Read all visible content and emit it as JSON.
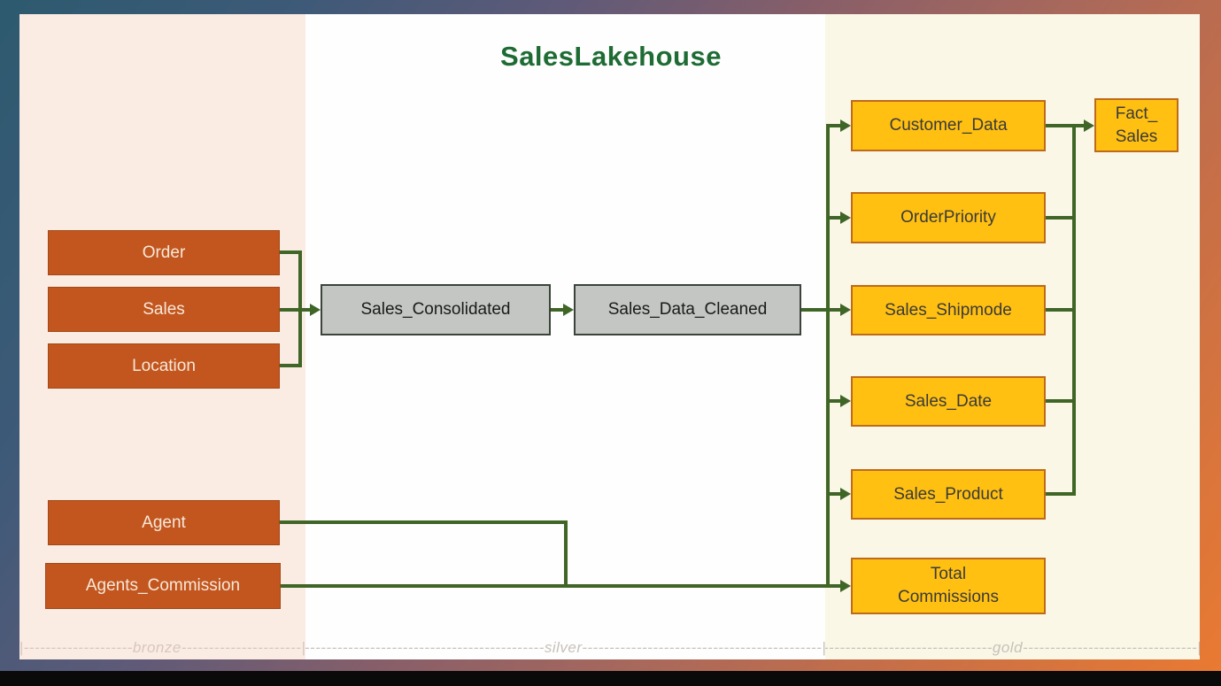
{
  "title": "SalesLakehouse",
  "colors": {
    "title_green": "#1e6c34",
    "connector_green": "#3f6527",
    "bronze_node_fill": "#c2561e",
    "bronze_node_text": "#f7e8da",
    "silver_node_fill": "#c3c6c2",
    "silver_node_border": "#3b433b",
    "gold_node_fill": "#ffc011",
    "gold_node_border": "#be6a1a",
    "bronze_zone_bg": "#faece3",
    "silver_zone_bg": "#fefefe",
    "gold_zone_bg": "#faf7e6",
    "frame_gradient_start": "#2d5a6f",
    "frame_gradient_end": "#ea7a31",
    "bottom_bar": "#0a0a0a"
  },
  "tables": {
    "order": {
      "label": "Order"
    },
    "sales": {
      "label": "Sales"
    },
    "location": {
      "label": "Location"
    },
    "agent": {
      "label": "Agent"
    },
    "agents_commission": {
      "label": "Agents_Commission"
    },
    "sales_consolidated": {
      "label": "Sales_Consolidated"
    },
    "sales_data_cleaned": {
      "label": "Sales_Data_Cleaned"
    },
    "customer_data": {
      "label": "Customer_Data"
    },
    "order_priority": {
      "label": "OrderPriority"
    },
    "sales_shipmode": {
      "label": "Sales_Shipmode"
    },
    "sales_date": {
      "label": "Sales_Date"
    },
    "sales_product": {
      "label": "Sales_Product"
    },
    "total_commissions": {
      "label": "Total\nCommissions"
    },
    "fact_sales": {
      "label": "Fact_\nSales"
    }
  },
  "rulers": {
    "bronze": "|--------------------bronze----------------------|",
    "silver": "--------------------------------------------silver--------------------------------------------|",
    "gold": "-------------------------------gold--------------------------------|"
  },
  "connections": [
    {
      "from": "Order",
      "to": "Sales_Consolidated"
    },
    {
      "from": "Sales",
      "to": "Sales_Consolidated"
    },
    {
      "from": "Location",
      "to": "Sales_Consolidated"
    },
    {
      "from": "Sales_Consolidated",
      "to": "Sales_Data_Cleaned"
    },
    {
      "from": "Sales_Data_Cleaned",
      "to": "Customer_Data"
    },
    {
      "from": "Sales_Data_Cleaned",
      "to": "OrderPriority"
    },
    {
      "from": "Sales_Data_Cleaned",
      "to": "Sales_Shipmode"
    },
    {
      "from": "Sales_Data_Cleaned",
      "to": "Sales_Date"
    },
    {
      "from": "Sales_Data_Cleaned",
      "to": "Sales_Product"
    },
    {
      "from": "Customer_Data",
      "to": "Fact_Sales"
    },
    {
      "from": "OrderPriority",
      "to": "Fact_Sales"
    },
    {
      "from": "Sales_Shipmode",
      "to": "Fact_Sales"
    },
    {
      "from": "Sales_Date",
      "to": "Fact_Sales"
    },
    {
      "from": "Sales_Product",
      "to": "Fact_Sales"
    },
    {
      "from": "Agent",
      "to": "Total Commissions"
    },
    {
      "from": "Agents_Commission",
      "to": "Total Commissions"
    }
  ]
}
